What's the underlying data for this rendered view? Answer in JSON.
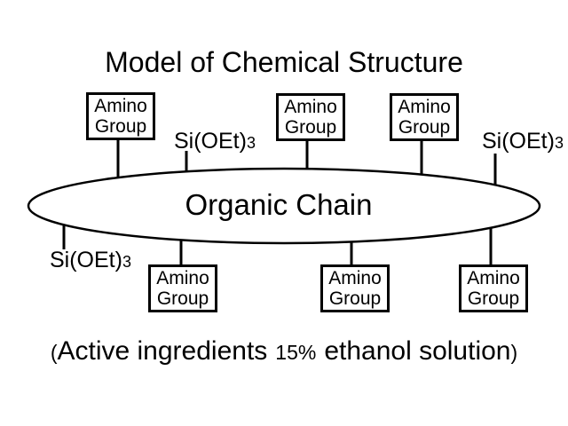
{
  "page": {
    "background_color": "#ffffff",
    "ink_color": "#000000"
  },
  "diagram": {
    "title": "Model of Chemical Structure",
    "ellipse_label": "Organic Chain",
    "amino_boxes": [
      {
        "position": "top-left",
        "line1": "Amino",
        "line2": "Group"
      },
      {
        "position": "top-middle",
        "line1": "Amino",
        "line2": "Group"
      },
      {
        "position": "top-right",
        "line1": "Amino",
        "line2": "Group"
      },
      {
        "position": "bottom-left",
        "line1": "Amino",
        "line2": "Group"
      },
      {
        "position": "bottom-middle",
        "line1": "Amino",
        "line2": "Group"
      },
      {
        "position": "bottom-right",
        "line1": "Amino",
        "line2": "Group"
      }
    ],
    "si_labels": [
      {
        "position": "top-left",
        "base": "Si(OEt)",
        "subscript": "3"
      },
      {
        "position": "top-right",
        "base": "Si(OEt)",
        "subscript": "3"
      },
      {
        "position": "bottom-left",
        "base": "Si(OEt)",
        "subscript": "3"
      }
    ],
    "caption": {
      "open_paren": "(",
      "part1": "Active ingredients",
      "percent": "15%",
      "part2": "ethanol solution",
      "close_paren": ")"
    }
  }
}
